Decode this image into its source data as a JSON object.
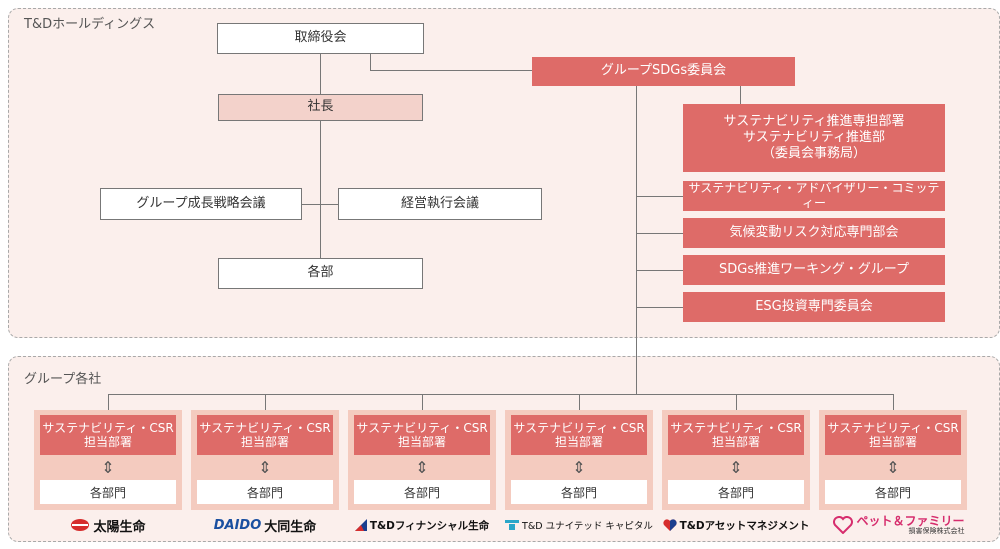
{
  "panels": {
    "holdings_label": "T&Dホールディングス",
    "group_label": "グループ各社"
  },
  "holdings": {
    "board": "取締役会",
    "president": "社長",
    "group_growth": "グループ成長戦略会議",
    "management": "経営執行会議",
    "departments": "各部",
    "sdgs_committee": "グループSDGs委員会",
    "committee_secretariat": "サステナビリティ推進専担部署\nサステナビリティ推進部\n（委員会事務局）",
    "sub_committees": [
      "サステナビリティ・アドバイザリー・コミッティー",
      "気候変動リスク対応専門部会",
      "SDGs推進ワーキング・グループ",
      "ESG投資専門委員会"
    ]
  },
  "companies": [
    {
      "dept": "サステナビリティ・CSR\n担当部署",
      "arrow": "⇕",
      "units": "各部門",
      "logo_text": "太陽生命",
      "logo_mark": ""
    },
    {
      "dept": "サステナビリティ・CSR\n担当部署",
      "arrow": "⇕",
      "units": "各部門",
      "logo_text": "大同生命",
      "logo_mark": "DAIDO"
    },
    {
      "dept": "サステナビリティ・CSR\n担当部署",
      "arrow": "⇕",
      "units": "各部門",
      "logo_text": "T&Dフィナンシャル生命",
      "logo_mark": ""
    },
    {
      "dept": "サステナビリティ・CSR\n担当部署",
      "arrow": "⇕",
      "units": "各部門",
      "logo_text": "T&D ユナイテッド キャピタル",
      "logo_mark": ""
    },
    {
      "dept": "サステナビリティ・CSR\n担当部署",
      "arrow": "⇕",
      "units": "各部門",
      "logo_text": "T&Dアセットマネジメント",
      "logo_mark": ""
    },
    {
      "dept": "サステナビリティ・CSR\n担当部署",
      "arrow": "⇕",
      "units": "各部門",
      "logo_text": "ペット＆ファミリー",
      "logo_mark": "損害保険株式会社"
    }
  ],
  "colors": {
    "red": "#de6b68",
    "pink": "#f3d2cb",
    "company_bg": "#f4cbbf",
    "panel_bg": "#fbefec"
  }
}
